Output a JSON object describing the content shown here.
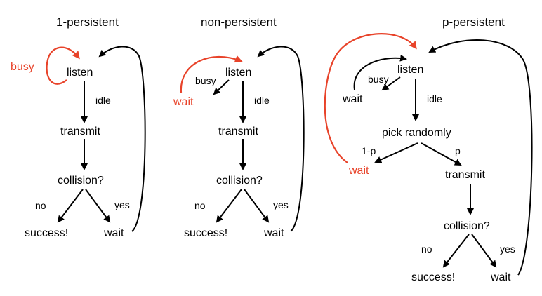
{
  "colors": {
    "accent": "#e8432a",
    "ink": "#000000"
  },
  "one_persistent": {
    "title": "1-persistent",
    "busy": "busy",
    "listen": "listen",
    "idle": "idle",
    "transmit": "transmit",
    "collision": "collision?",
    "no": "no",
    "yes": "yes",
    "success": "success!",
    "wait": "wait"
  },
  "non_persistent": {
    "title": "non-persistent",
    "busy": "busy",
    "wait_red": "wait",
    "listen": "listen",
    "idle": "idle",
    "transmit": "transmit",
    "collision": "collision?",
    "no": "no",
    "yes": "yes",
    "success": "success!",
    "wait": "wait"
  },
  "p_persistent": {
    "title": "p-persistent",
    "busy": "busy",
    "wait_busy": "wait",
    "listen": "listen",
    "idle": "idle",
    "pick": "pick randomly",
    "one_minus_p": "1-p",
    "p": "p",
    "wait_red": "wait",
    "transmit": "transmit",
    "collision": "collision?",
    "no": "no",
    "yes": "yes",
    "success": "success!",
    "wait": "wait"
  }
}
